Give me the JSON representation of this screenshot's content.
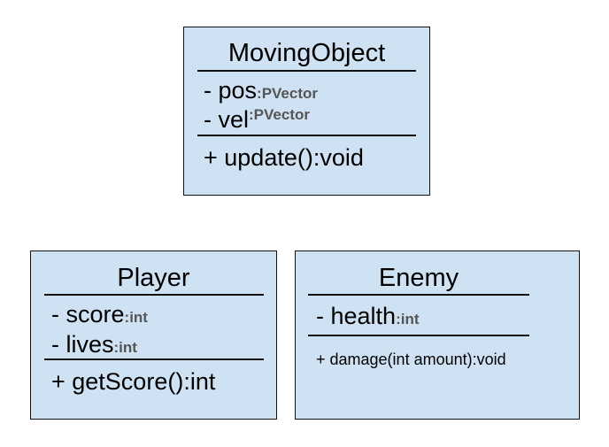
{
  "classes": {
    "moving_object": {
      "name": "MovingObject",
      "attributes": [
        {
          "name": "- pos",
          "type": ":PVector"
        },
        {
          "name": "- vel",
          "type": ":PVector"
        }
      ],
      "methods": [
        {
          "signature": "+ update():void"
        }
      ]
    },
    "player": {
      "name": "Player",
      "attributes": [
        {
          "name": "- score",
          "type": ":int"
        },
        {
          "name": "- lives",
          "type": ":int"
        }
      ],
      "methods": [
        {
          "signature": "+ getScore():int"
        }
      ]
    },
    "enemy": {
      "name": "Enemy",
      "attributes": [
        {
          "name": "- health",
          "type": ":int"
        }
      ],
      "methods": [
        {
          "signature": "+ damage(int amount):void"
        }
      ]
    }
  },
  "colors": {
    "box_fill": "#cfe2f3",
    "border": "#111111",
    "type_text": "#555555"
  }
}
